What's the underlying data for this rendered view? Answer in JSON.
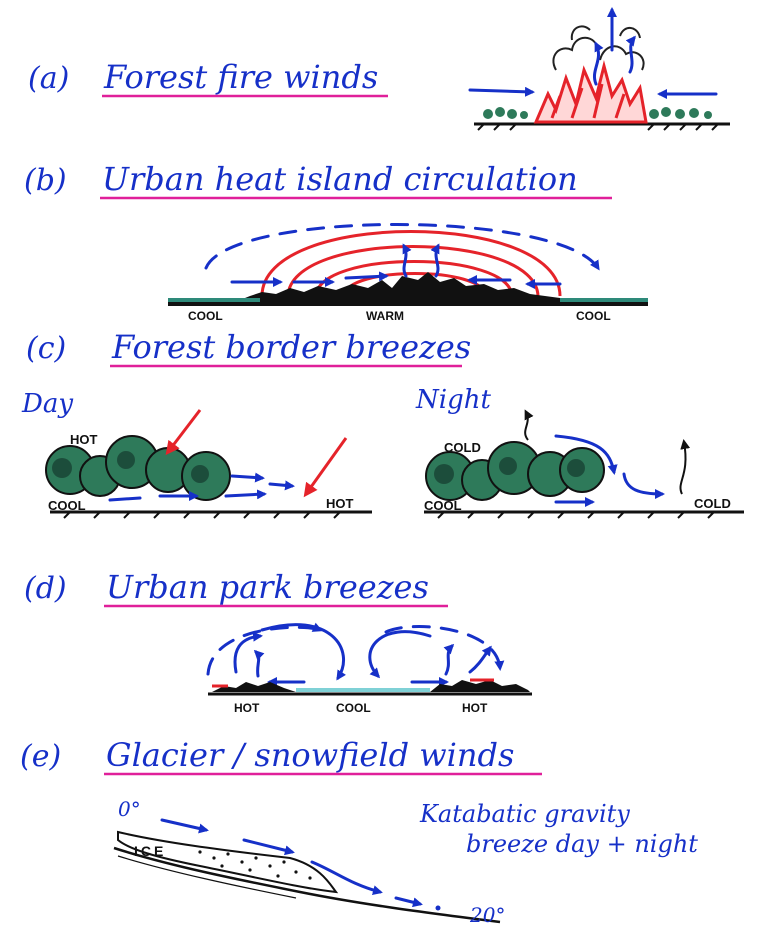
{
  "sections": {
    "a": {
      "letter": "(a)",
      "title": "Forest fire winds"
    },
    "b": {
      "letter": "(b)",
      "title": "Urban heat island circulation",
      "labels": [
        "COOL",
        "WARM",
        "COOL"
      ]
    },
    "c": {
      "letter": "(c)",
      "title": "Forest border breezes",
      "day": {
        "heading": "Day",
        "labels": [
          "HOT",
          "COOL",
          "HOT"
        ]
      },
      "night": {
        "heading": "Night",
        "labels": [
          "COLD",
          "COOL",
          "COLD"
        ]
      }
    },
    "d": {
      "letter": "(d)",
      "title": "Urban park breezes",
      "labels": [
        "HOT",
        "COOL",
        "HOT"
      ]
    },
    "e": {
      "letter": "(e)",
      "title": "Glacier / snowfield winds",
      "ice_label": "ICE",
      "top_temp": "0°",
      "bottom_temp": "20°",
      "note_line1": "Katabatic gravity",
      "note_line2": "breeze day + night"
    }
  },
  "colors": {
    "ink": "#1630c8",
    "underline": "#e0209a",
    "heat": "#e5232a",
    "trees": "#2e7a5a",
    "ground": "#111111"
  }
}
